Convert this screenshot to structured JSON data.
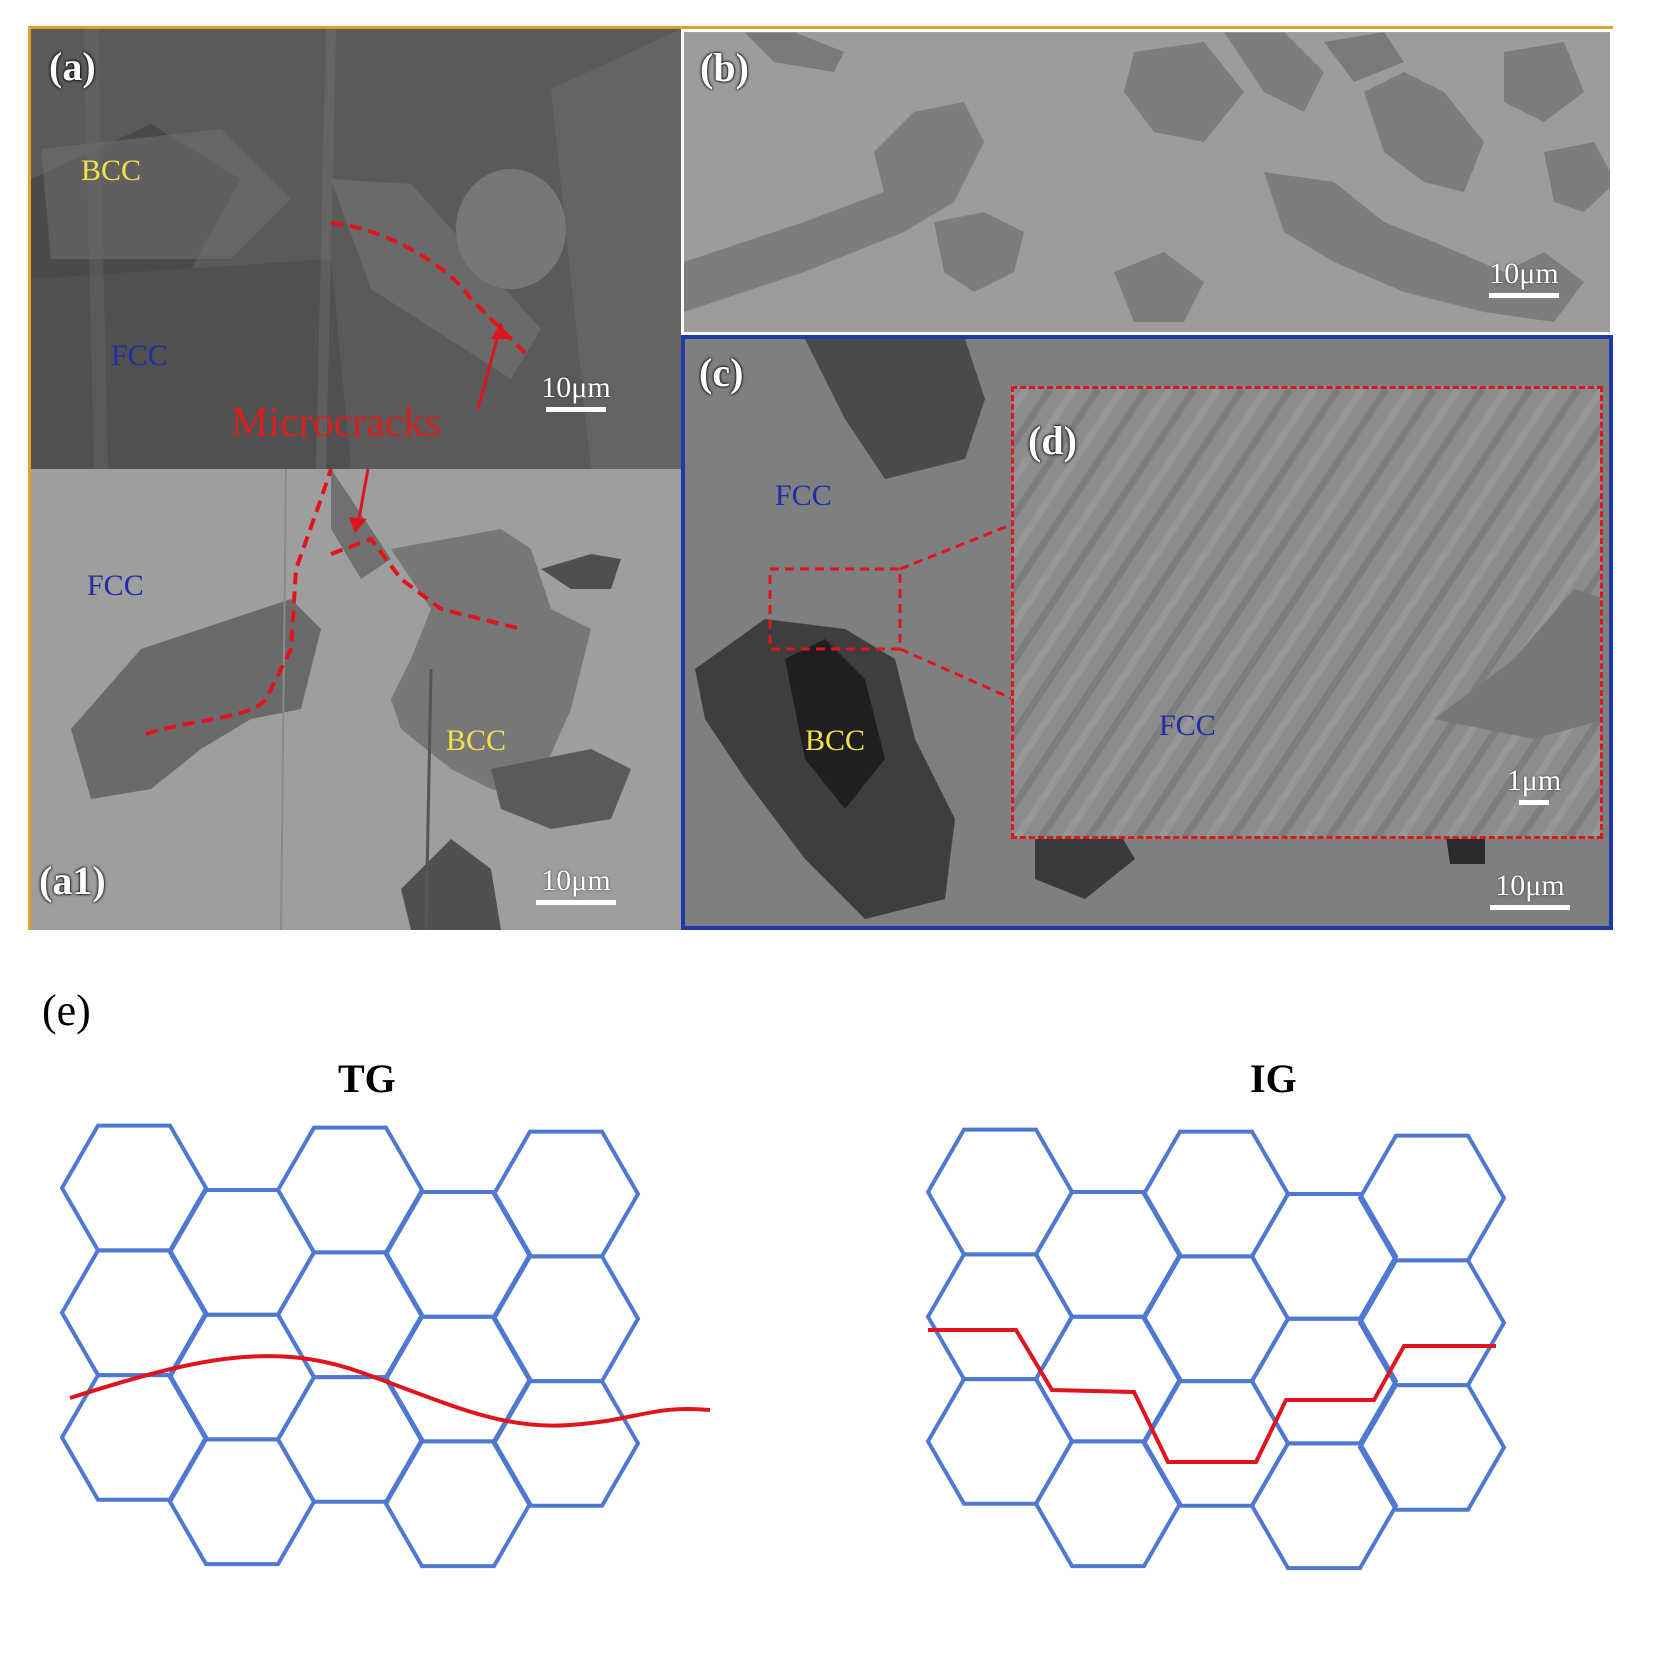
{
  "panels": {
    "a": {
      "label": "(a)",
      "phases": [
        "BCC",
        "FCC"
      ],
      "scale": "10μm"
    },
    "a1": {
      "label": "(a1)",
      "phases": [
        "FCC",
        "BCC"
      ],
      "scale": "10μm"
    },
    "b": {
      "label": "(b)",
      "scale": "10μm"
    },
    "c": {
      "label": "(c)",
      "phases": [
        "FCC",
        "BCC"
      ],
      "scale": "10μm"
    },
    "d": {
      "label": "(d)",
      "phases": [
        "FCC"
      ],
      "scale": "1μm"
    },
    "microcracks": "Microcracks"
  },
  "schematic": {
    "label": "(e)",
    "left_title": "TG",
    "right_title": "IG"
  },
  "colors": {
    "frame_orange": "#e0a030",
    "frame_blue": "#1f3aa8",
    "crack_red": "#e0141e",
    "hex_blue": "#4f79d0"
  }
}
